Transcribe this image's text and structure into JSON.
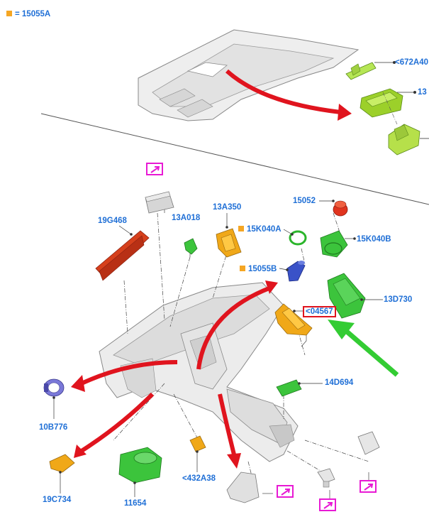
{
  "legend": {
    "text": "= 15055A",
    "color": "#f5a623"
  },
  "labels": {
    "l672A40": "<672A40",
    "l13": "13",
    "l19G468": "19G468",
    "l13A018": "13A018",
    "l13A350": "13A350",
    "l15052": "15052",
    "l15K040A": "15K040A",
    "l15K040B": "15K040B",
    "l15055B": "15055B",
    "l04567": "<04567",
    "l13D730": "13D730",
    "l14D694": "14D694",
    "l10B776": "10B776",
    "l19C734": "19C734",
    "l11654": "11654",
    "l432A38": "<432A38"
  },
  "colors": {
    "label": "#1f6fd6",
    "arrow_red": "#e0141e",
    "arrow_green": "#33cc33",
    "marker_pink": "#e81ad4",
    "part_green": "#3cc43c",
    "part_yellow": "#f0a818",
    "part_red": "#d43a20",
    "part_blue": "#3a52c8"
  },
  "icons": {
    "link_marker": "arrow-up-right-icon"
  }
}
